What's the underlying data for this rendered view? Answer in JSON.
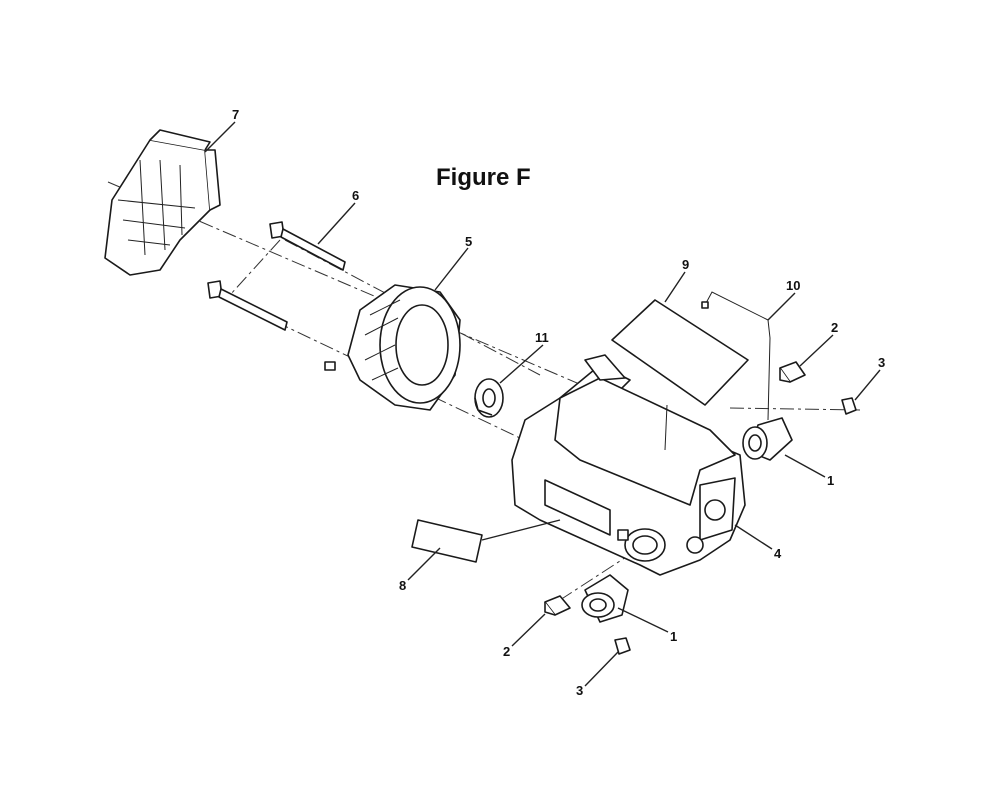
{
  "figure": {
    "title": "Figure F"
  },
  "callouts": [
    "1",
    "1",
    "2",
    "2",
    "3",
    "3",
    "4",
    "5",
    "6",
    "7",
    "8",
    "9",
    "10",
    "11"
  ]
}
